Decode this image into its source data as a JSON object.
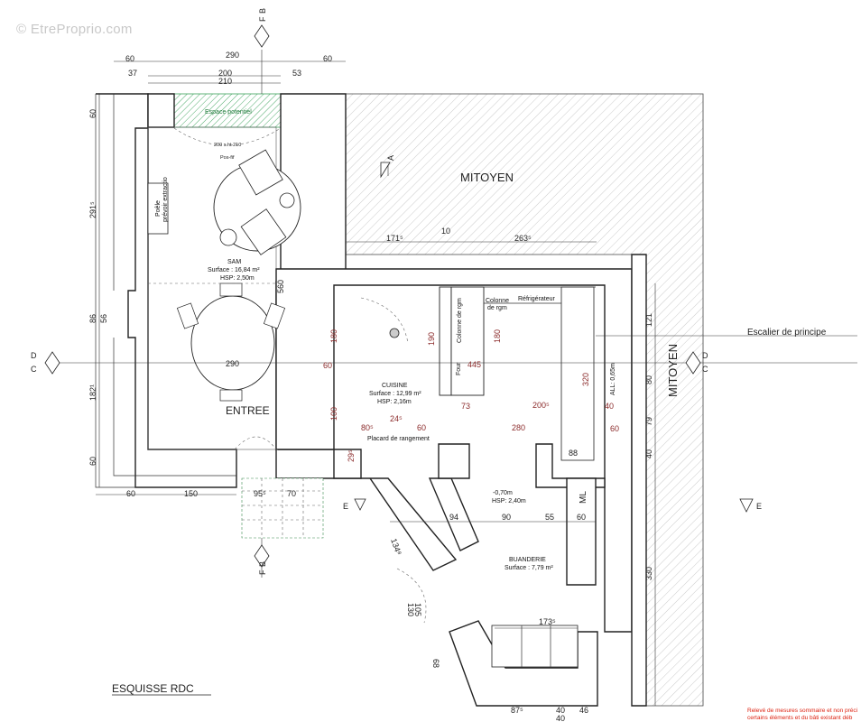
{
  "watermark": "© EtreProprio.com",
  "title": "ESQUISSE RDC",
  "note_lines": [
    "Relevé de mesures sommaire et non préci",
    "certains éléments et du bâti existant déb"
  ],
  "section_marks": {
    "fb": [
      "F",
      "B"
    ],
    "dc": [
      "D",
      "C"
    ],
    "a": "A",
    "e": "E"
  },
  "rooms": {
    "mitoyen": "MITOYEN",
    "mitoyen_vertical": "MITOYEN",
    "sam_name": "SAM",
    "sam_surface": "Surface : 16,84 m²",
    "sam_hsp": "HSP: 2,50m",
    "entree": "ENTREE",
    "cuisine_name": "CUISINE",
    "cuisine_surface": "Surface : 12,99 m²",
    "cuisine_hsp": "HSP: 2,16m",
    "placard": "Placard de rangement",
    "buanderie_name": "BUANDERIE",
    "buanderie_surface": "Surface : 7,79 m²",
    "level": "-0,70m",
    "level_hsp": "HSP: 2,40m",
    "ml": "ML"
  },
  "annotations": {
    "espace": "Espace potentiel",
    "poele": "Poêle",
    "extraction": "prévoir extractio",
    "sam_door": "200 x ht 210",
    "pos_f": "Pos-fif",
    "colonne_rgm": "Colonne de rgm",
    "colonne2": "Colonne",
    "colonne2b": "de rgm",
    "refrig": "Réfrigérateur",
    "four": "Four",
    "all": "ALL: 0,65m",
    "escalier": "Escalier de principe"
  },
  "dims": {
    "top_290": "290",
    "top_60a": "60",
    "top_60b": "60",
    "top_37": "37",
    "top_200": "200",
    "top_53": "53",
    "top_210": "210",
    "left_60": "60",
    "left_291": "291⁵",
    "left_86": "86",
    "left_56": "56",
    "left_182": "182¹",
    "left_60b": "60",
    "bot_60": "60",
    "bot_150": "150",
    "bot_95": "95⁵",
    "bot_70": "70",
    "mid_171": "171⁵",
    "mid_10": "10",
    "mid_263": "263⁵",
    "v_560": "560",
    "h_290": "290",
    "r_121": "121",
    "r_80": "80",
    "r_79": "79",
    "r_40": "40",
    "r_330": "330",
    "b_94": "94",
    "b_90": "90",
    "b_55": "55",
    "b_60": "60",
    "b_134": "134⁸",
    "b_130": "130",
    "b_105": "105",
    "b_68": "68",
    "b_173": "173⁵",
    "b_87": "87⁵",
    "b_40a": "40",
    "b_46": "46",
    "b_40b": "40"
  },
  "red_dims": {
    "c180": "180",
    "c60": "60",
    "c190": "190",
    "c180b": "180",
    "c445": "445",
    "c320": "320",
    "c100": "100",
    "c73": "73",
    "c200": "200⁵",
    "c40": "40",
    "c60b": "60",
    "c80": "80⁵",
    "c24": "24⁵",
    "c60c": "60",
    "c280": "280",
    "c29": "29⁵",
    "c88": "88"
  }
}
